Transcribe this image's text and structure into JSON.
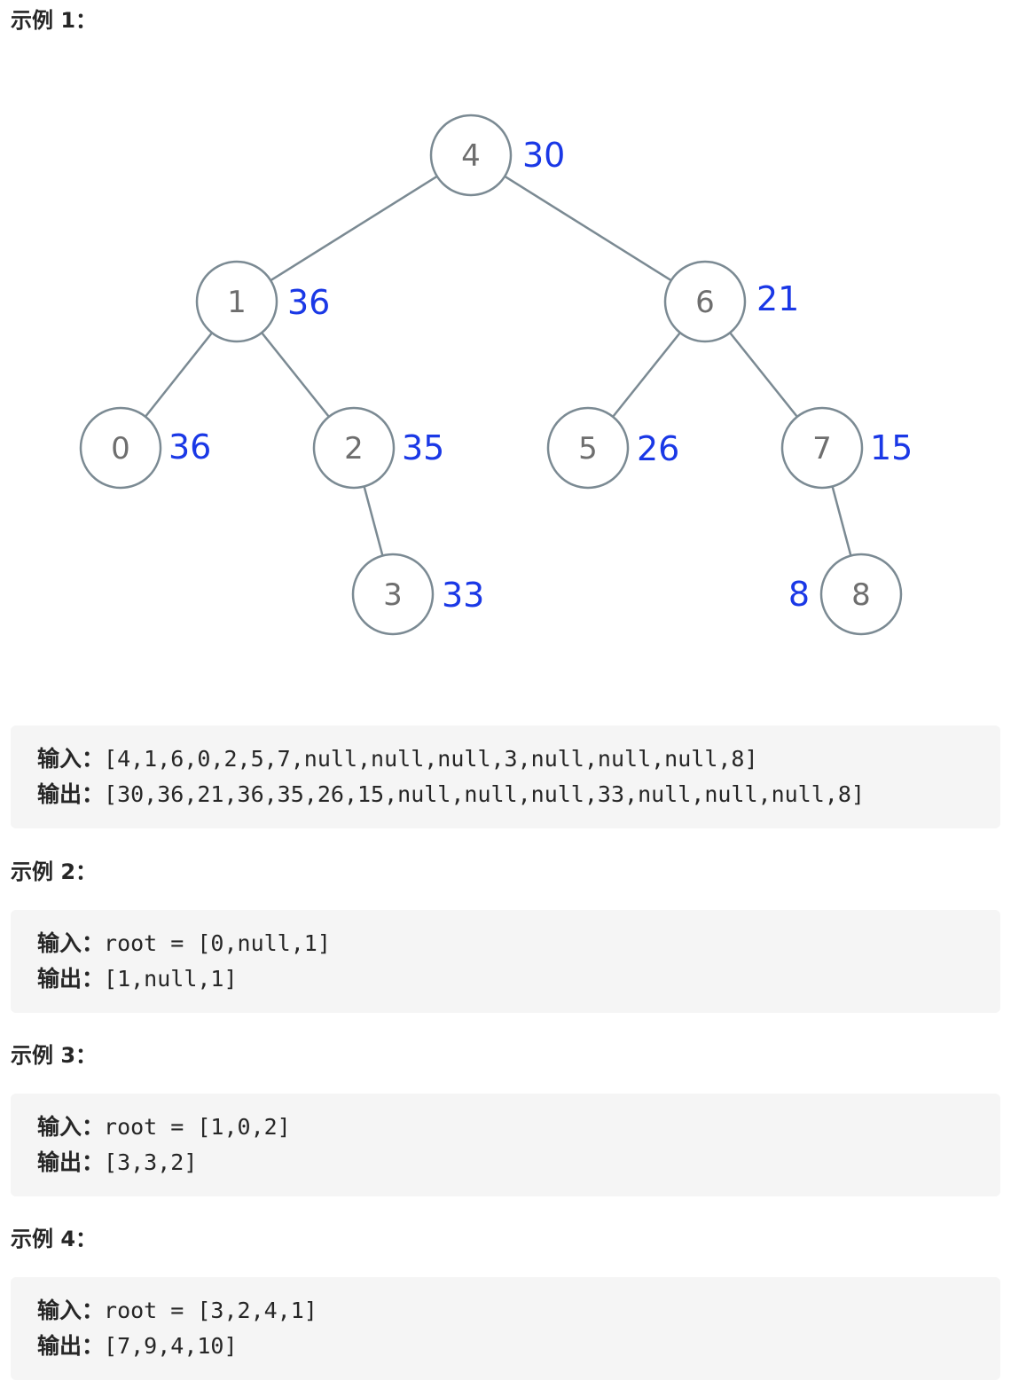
{
  "examples": [
    {
      "heading": "示例 1：",
      "input_label": "输入：",
      "input_value": "[4,1,6,0,2,5,7,null,null,null,3,null,null,null,8]",
      "output_label": "输出：",
      "output_value": "[30,36,21,36,35,26,15,null,null,null,33,null,null,null,8]"
    },
    {
      "heading": "示例 2：",
      "input_label": "输入：",
      "input_value": "root = [0,null,1]",
      "output_label": "输出：",
      "output_value": "[1,null,1]"
    },
    {
      "heading": "示例 3：",
      "input_label": "输入：",
      "input_value": "root = [1,0,2]",
      "output_label": "输出：",
      "output_value": "[3,3,2]"
    },
    {
      "heading": "示例 4：",
      "input_label": "输入：",
      "input_value": "root = [3,2,4,1]",
      "output_label": "输出：",
      "output_value": "[7,9,4,10]"
    }
  ],
  "tree": {
    "nodes": [
      {
        "id": "4",
        "value": "4",
        "sum": "30",
        "parent": null
      },
      {
        "id": "1",
        "value": "1",
        "sum": "36",
        "parent": "4"
      },
      {
        "id": "6",
        "value": "6",
        "sum": "21",
        "parent": "4"
      },
      {
        "id": "0",
        "value": "0",
        "sum": "36",
        "parent": "1"
      },
      {
        "id": "2",
        "value": "2",
        "sum": "35",
        "parent": "1"
      },
      {
        "id": "5",
        "value": "5",
        "sum": "26",
        "parent": "6"
      },
      {
        "id": "7",
        "value": "7",
        "sum": "15",
        "parent": "6"
      },
      {
        "id": "3",
        "value": "3",
        "sum": "33",
        "parent": "2"
      },
      {
        "id": "8",
        "value": "8",
        "sum": "8",
        "parent": "7"
      }
    ],
    "colors": {
      "node_stroke": "#7b8a93",
      "node_text": "#6e6e6e",
      "sum_text": "#1a38e6"
    }
  }
}
